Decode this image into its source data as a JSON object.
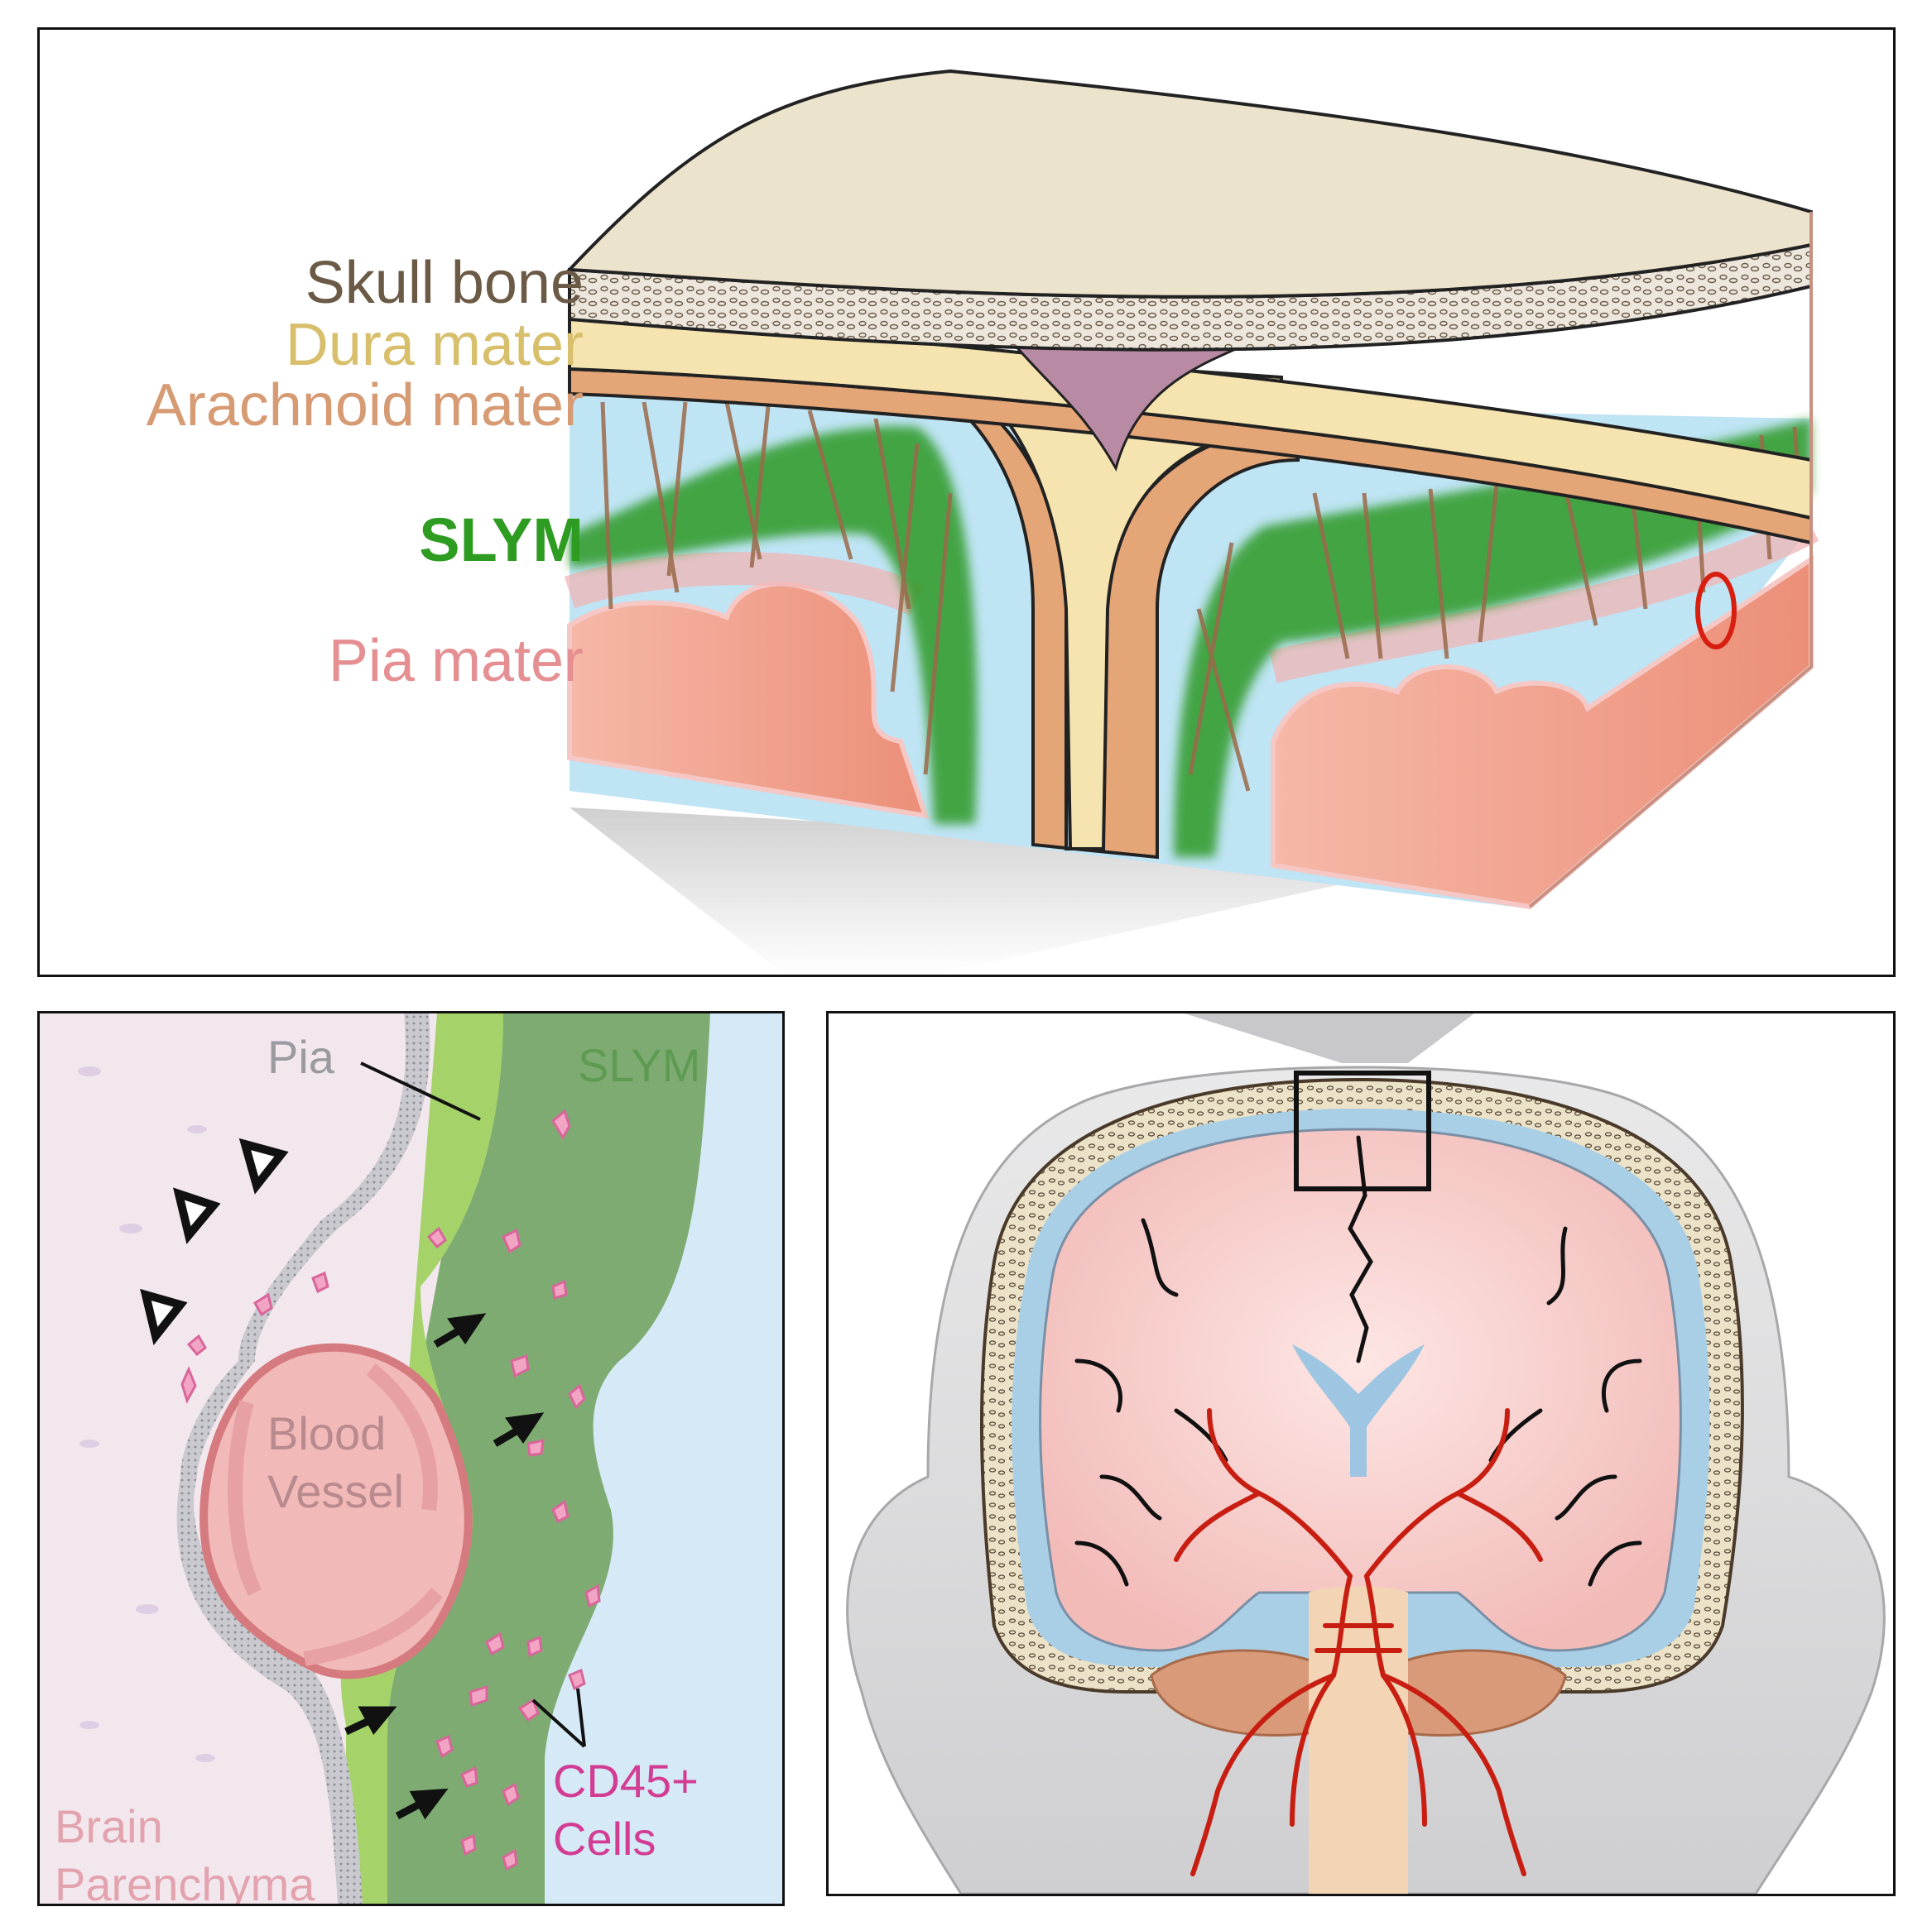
{
  "top_panel": {
    "labels": {
      "skull": "Skull bone",
      "dura": "Dura mater",
      "arachnoid": "Arachnoid mater",
      "slym": "SLYM",
      "pia": "Pia mater"
    }
  },
  "left_panel": {
    "labels": {
      "pia": "Pia",
      "slym": "SLYM",
      "vessel_line1": "Blood",
      "vessel_line2": "Vessel",
      "brain_line1": "Brain",
      "brain_line2": "Parenchyma",
      "cd45_line1": "CD45+",
      "cd45_line2": "Cells"
    }
  },
  "colors": {
    "bone": "#ece3cc",
    "dura": "#f6e4b0",
    "arachnoid": "#e4a577",
    "slym": "#2d9a26",
    "pia": "#f2b6b2",
    "csf": "#bfe4f4",
    "vessel": "#c81e12"
  }
}
